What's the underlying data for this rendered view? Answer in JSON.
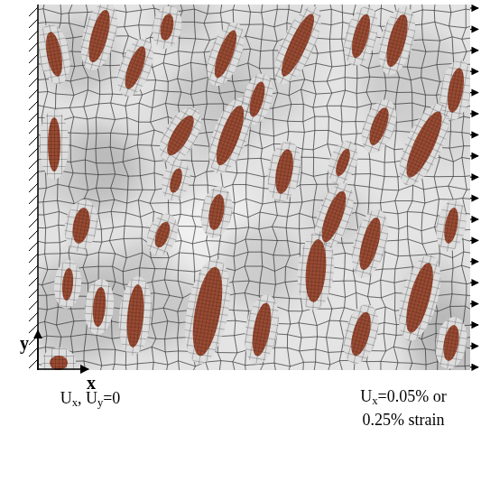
{
  "diagram": {
    "labels": [
      "y",
      "x",
      "Ux, Uy=0",
      "Ux=0.05% or 0.25% strain"
    ]
  }
}
